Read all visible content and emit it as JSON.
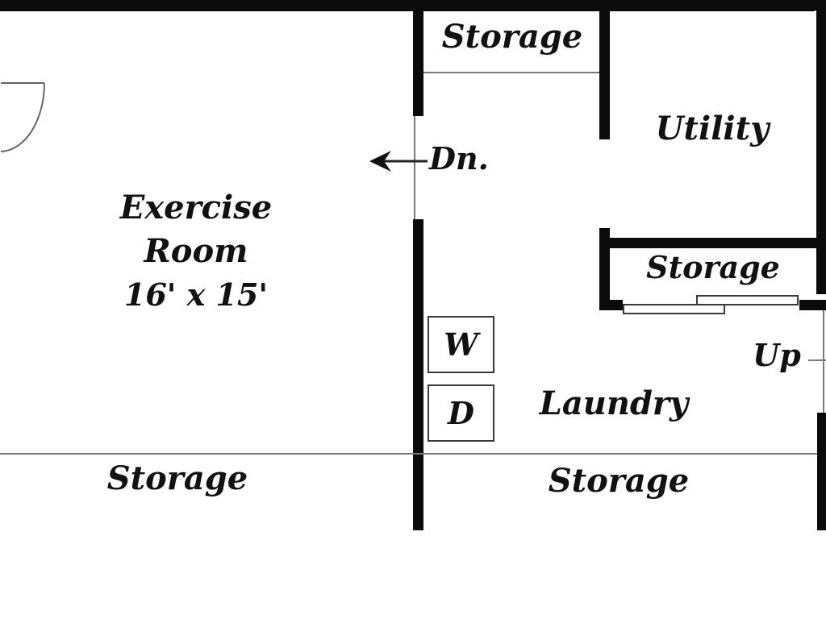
{
  "floorplan": {
    "labels": {
      "storage_top": "Storage",
      "utility": "Utility",
      "down": "Dn.",
      "exercise_line1": "Exercise",
      "exercise_line2": "Room",
      "exercise_dimensions": "16' x 15'",
      "storage_mid": "Storage",
      "washer": "W",
      "dryer": "D",
      "laundry": "Laundry",
      "up": "Up",
      "storage_bottom_left": "Storage",
      "storage_bottom_right": "Storage"
    },
    "colors": {
      "wall": "#0b0b0b",
      "background": "#ffffff",
      "thin_line": "#7a7a7a",
      "text": "#111111"
    }
  }
}
